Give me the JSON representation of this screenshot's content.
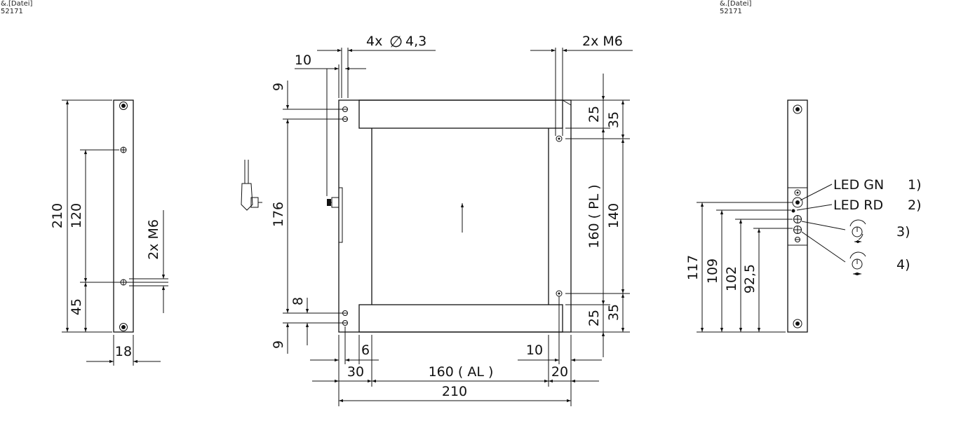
{
  "header_left": {
    "line1": "&.[Datei]",
    "line2": "52171"
  },
  "header_right": {
    "line1": "&.[Datei]",
    "line2": "52171"
  },
  "left_view": {
    "dim_210": "210",
    "dim_120": "120",
    "dim_45": "45",
    "dim_m6": "2x M6",
    "dim_18": "18"
  },
  "front_view": {
    "holes": "4x",
    "hole_dia_symbol": "∅",
    "hole_dia": "4,3",
    "m6": "2x M6",
    "dim_10_top": "10",
    "dim_9_top": "9",
    "dim_176": "176",
    "dim_8": "8",
    "dim_9_bottom": "9",
    "dim_25_top": "25",
    "dim_35_top": "35",
    "dim_pl": "160 ( PL )",
    "dim_140": "140",
    "dim_25_bottom": "25",
    "dim_35_bottom": "35",
    "dim_6": "6",
    "dim_30": "30",
    "dim_al": "160  ( AL )",
    "dim_10_bottom": "10",
    "dim_20": "20",
    "dim_210": "210"
  },
  "right_view": {
    "led_gn": "LED GN",
    "led_gn_ref": "1)",
    "led_rd": "LED RD",
    "led_rd_ref": "2)",
    "ref_3": "3)",
    "ref_4": "4)",
    "dim_117": "117",
    "dim_109": "109",
    "dim_102": "102",
    "dim_925": "92,5"
  }
}
